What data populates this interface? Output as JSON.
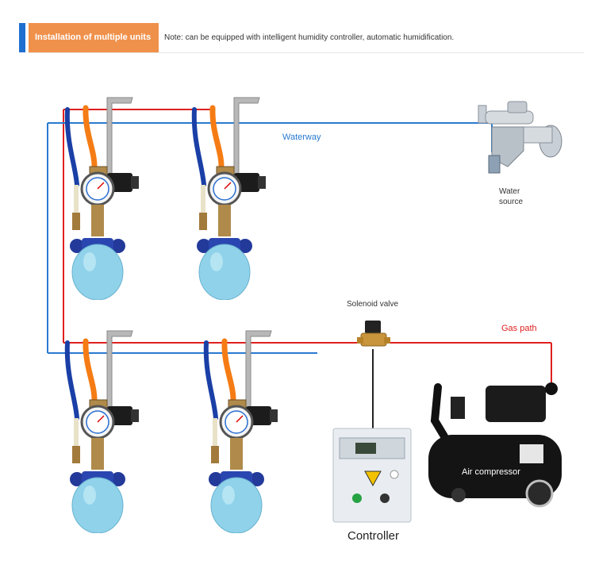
{
  "header": {
    "title": "Installation of multiple units",
    "note": "Note: can be equipped with intelligent humidity controller, automatic humidification."
  },
  "labels": {
    "waterway": "Waterway",
    "water_source_line1": "Water",
    "water_source_line2": "source",
    "solenoid_valve": "Solenoid valve",
    "gas_path": "Gas path",
    "air_compressor": "Air compressor",
    "controller": "Controller"
  },
  "colors": {
    "header_accent": "#1f6fd1",
    "header_box": "#f0914b",
    "waterway_line": "#2a7ad0",
    "gas_line": "#e02020",
    "gas_label": "#e02020",
    "waterway_label": "#2a7ad0",
    "tank": "#8fd2ea",
    "blue_hose": "#1a3fa6",
    "orange_hose": "#f57c14"
  },
  "units": [
    "humidifier-unit",
    "humidifier-unit",
    "humidifier-unit",
    "humidifier-unit"
  ]
}
